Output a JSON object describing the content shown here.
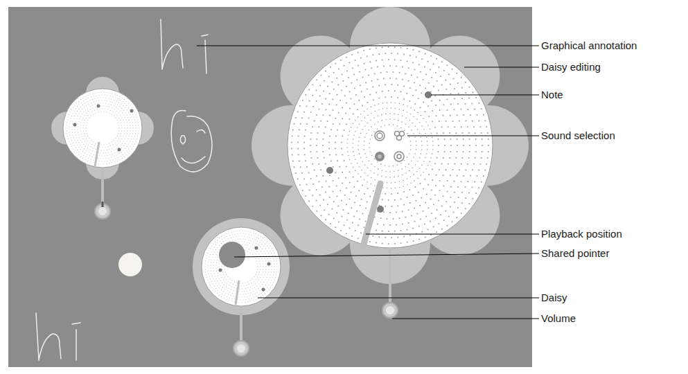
{
  "diagram": {
    "labels": [
      "Graphical annotation",
      "Daisy editing",
      "Note",
      "Sound selection",
      "Playback position",
      "Shared pointer",
      "Daisy",
      "Volume"
    ]
  }
}
